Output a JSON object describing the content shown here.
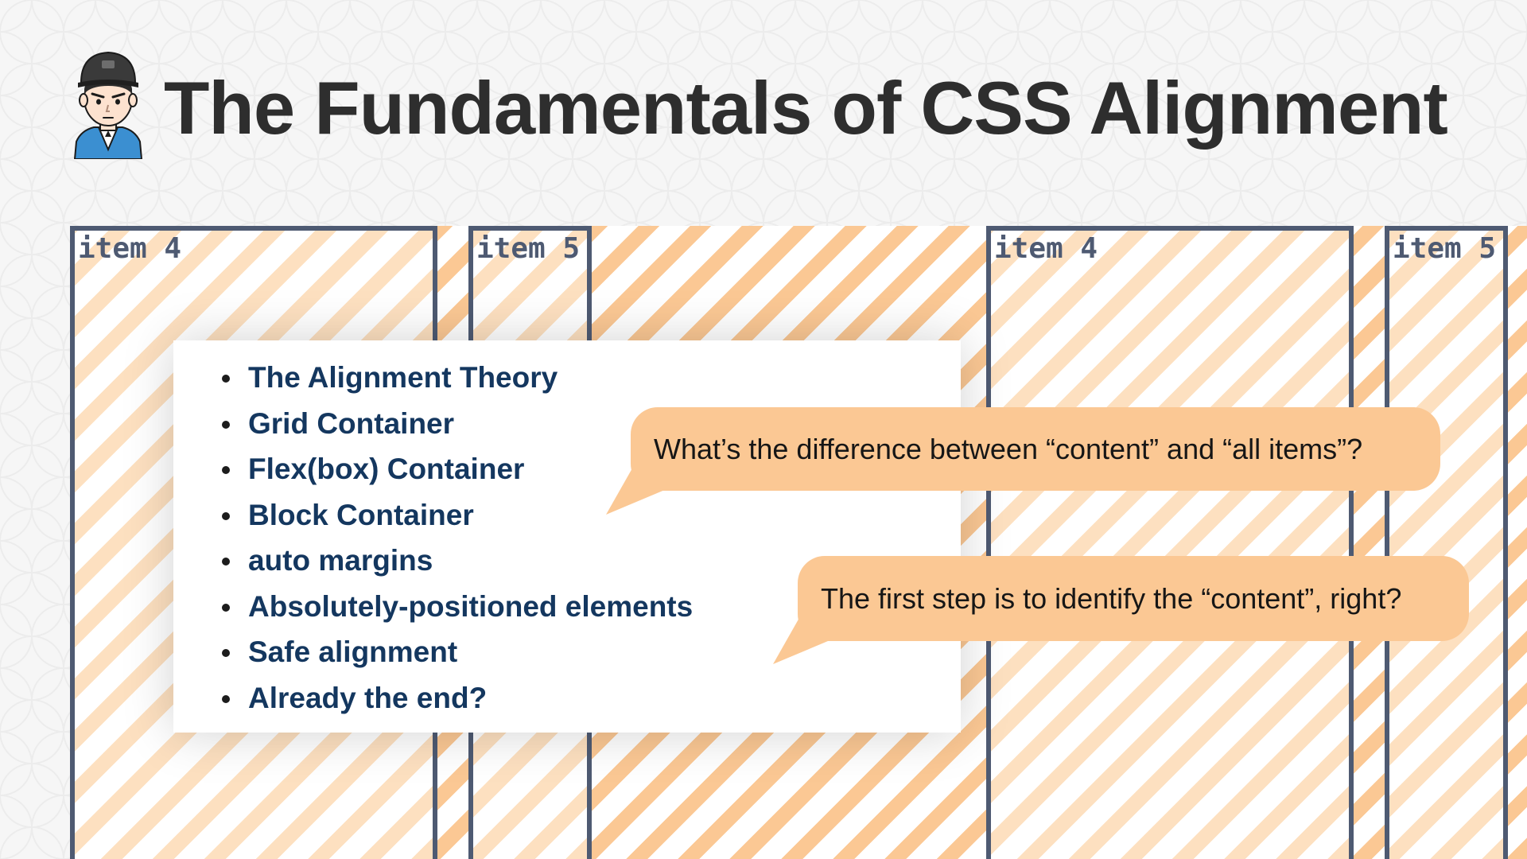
{
  "header": {
    "title": "The Fundamentals of CSS Alignment",
    "avatar_icon": "cartoon-avatar-icon"
  },
  "grid_items": [
    {
      "label": "item 4"
    },
    {
      "label": "item 5"
    },
    {
      "label": "item 4"
    },
    {
      "label": "item 5"
    }
  ],
  "agenda": {
    "items": [
      {
        "label": "The Alignment Theory"
      },
      {
        "label": "Grid Container"
      },
      {
        "label": "Flex(box) Container"
      },
      {
        "label": "Block Container"
      },
      {
        "label": "auto margins"
      },
      {
        "label": "Absolutely-positioned elements"
      },
      {
        "label": "Safe alignment"
      },
      {
        "label": "Already the end?"
      }
    ]
  },
  "bubbles": [
    {
      "text": "What’s the difference between “content” and “all items”?"
    },
    {
      "text": "The first step is to identify the “content”, right?"
    }
  ],
  "colors": {
    "stripe": "#fbc894",
    "stripe_light": "#fde0c0",
    "item_border": "#4e5a72",
    "agenda_text": "#14375f",
    "title_text": "#2e2e2e",
    "bubble": "#fbc894"
  }
}
